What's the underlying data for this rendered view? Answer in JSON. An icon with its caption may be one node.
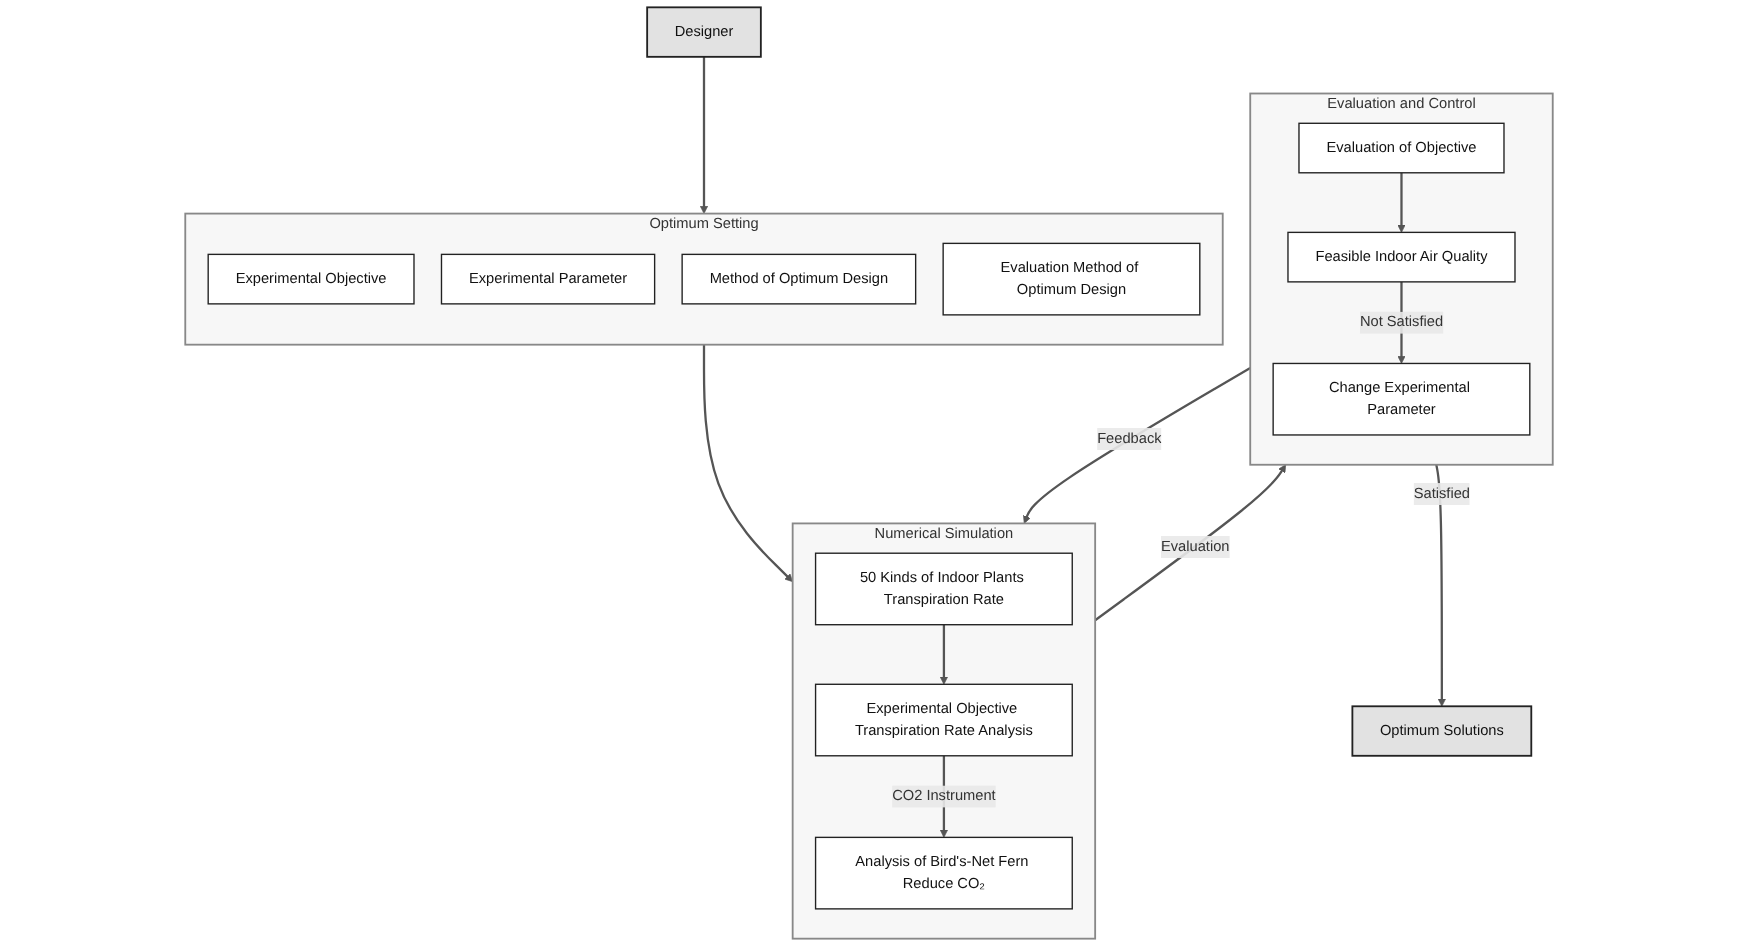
{
  "diagram": {
    "nodes": [
      {
        "text": [
          "Optimum Setting"
        ]
      },
      {
        "text": [
          "Experimental Objective"
        ],
        "in": 0
      },
      {
        "text": [
          "Experimental Parameter"
        ],
        "in": 0
      },
      {
        "text": [
          "Method of Optimum Design"
        ],
        "in": 0
      },
      {
        "text": [
          "Evaluation Method of Optimum Design"
        ],
        "in": 0
      },
      {
        "text": [
          "Numerical Simulation"
        ]
      },
      {
        "text": [
          "50 Kinds of Indoor Plants Transpiration Rate"
        ],
        "in": 5
      },
      {
        "text": [
          "Experimental Objective Transpiration Rate Analysis"
        ],
        "in": 5
      },
      {
        "text": [
          "Analysis of Bird's-Net Fern Reduce CO₂"
        ],
        "in": 5
      },
      {
        "text": [
          "Designer"
        ]
      },
      {
        "text": [
          "Evaluation and Control"
        ]
      },
      {
        "text": [
          "Evaluation of Objective"
        ],
        "in": 10
      },
      {
        "text": [
          "Feasible Indoor Air Quality"
        ],
        "in": 10
      },
      {
        "text": [
          "Change Experimental Parameter"
        ],
        "in": 10
      },
      {
        "text": [
          "Optimum Solutions"
        ]
      }
    ],
    "edges": [
      {
        "from": 0,
        "to": 5,
        "arrow": "to"
      },
      {
        "from": 6,
        "to": 7,
        "arrow": "to"
      },
      {
        "from": 7,
        "to": 8,
        "arrow": "to",
        "label": "CO2 Instrument"
      },
      {
        "from": 10,
        "to": 5,
        "arrow": "to",
        "label": "Feedback"
      },
      {
        "from": 5,
        "to": 10,
        "arrow": "to",
        "label": "Evaluation"
      },
      {
        "from": 9,
        "to": 0,
        "arrow": "to"
      },
      {
        "from": 11,
        "to": 12,
        "arrow": "to"
      },
      {
        "from": 12,
        "to": 13,
        "arrow": "to",
        "label": "Not Satisfied"
      },
      {
        "from": 10,
        "to": 14,
        "arrow": "to",
        "label": "Satisfied"
      }
    ]
  }
}
